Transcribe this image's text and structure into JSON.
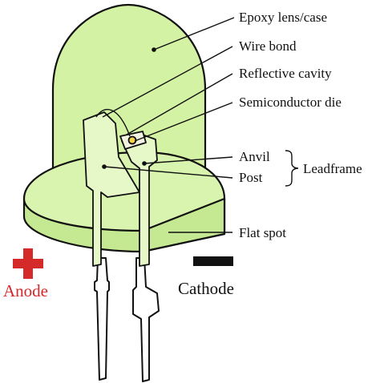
{
  "labels": {
    "epoxy": "Epoxy lens/case",
    "wire_bond": "Wire bond",
    "reflective_cavity": "Reflective cavity",
    "semiconductor_die": "Semiconductor die",
    "anvil": "Anvil",
    "post": "Post",
    "leadframe": "Leadframe",
    "flat_spot": "Flat spot",
    "anode": "Anode",
    "cathode": "Cathode"
  },
  "colors": {
    "lens_fill": "#d4f2a4",
    "lens_shade": "#c2e88c",
    "outline": "#111111",
    "anode": "#d42a2a",
    "cathode": "#111111"
  },
  "icons": {
    "anode_symbol": "plus-icon",
    "cathode_symbol": "minus-icon"
  }
}
